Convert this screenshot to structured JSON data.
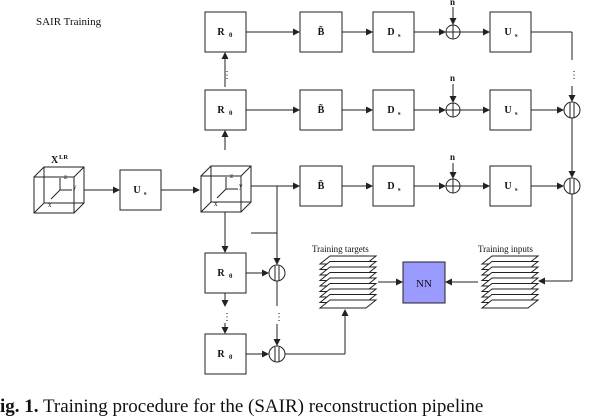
{
  "title": "SAIR Training",
  "labels": {
    "r": "R",
    "r_sub": "θ",
    "b": "B̃",
    "d": "D",
    "d_sub": "s",
    "u": "U",
    "u_sub": "s",
    "n": "n",
    "x": "X",
    "x_sup": "LR",
    "nn": "NN",
    "training_targets": "Training targets",
    "training_inputs": "Training inputs",
    "axis_x": "x",
    "axis_y": "y",
    "axis_z": "z",
    "ellipsis": "⋮"
  },
  "caption": {
    "prefix": "ig. 1.",
    "text": "Training procedure for the (SAIR) reconstruction pipeline"
  },
  "colors": {
    "nn_fill": "#9b9bff",
    "line": "#222222"
  }
}
